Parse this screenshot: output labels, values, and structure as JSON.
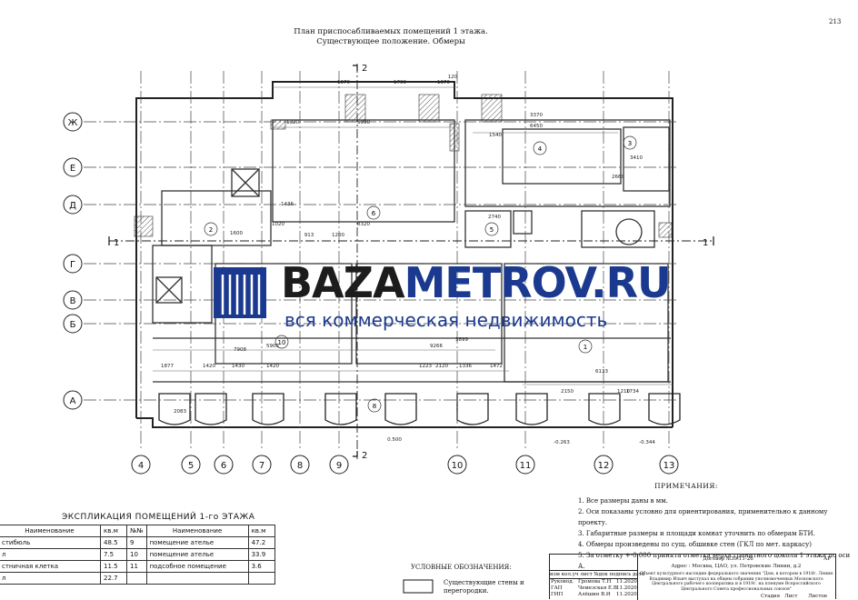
{
  "page_number": "213",
  "title_line1": "План приспосабливаемых помещений 1 этажа.",
  "title_line2": "Существующее положение. Обмеры",
  "watermark": {
    "brand_dark": "BAZA",
    "brand_blue": "METROV.RU",
    "tagline": "вся коммерческая недвижимость",
    "colors": {
      "dark": "#1c1c1c",
      "blue": "#1b3a8f"
    }
  },
  "axes_vertical": [
    "4",
    "5",
    "6",
    "7",
    "8",
    "9",
    "10",
    "11",
    "12",
    "13"
  ],
  "axes_horizontal": [
    "Ж",
    "Е",
    "Д",
    "Г",
    "В",
    "Б",
    "А"
  ],
  "section_marks": {
    "top": "2",
    "bottom": "2",
    "left": "1",
    "right": "1"
  },
  "room_numbers": [
    "1",
    "2",
    "3",
    "4",
    "5",
    "6",
    "8",
    "10"
  ],
  "dimension_labels": [
    "1370",
    "1700",
    "1370",
    "120",
    "1320",
    "5990",
    "6450",
    "1540",
    "3410",
    "3370",
    "2660",
    "2740",
    "1436",
    "8320",
    "1020",
    "913",
    "1200",
    "1600",
    "5905",
    "3899",
    "9266",
    "7908",
    "6133",
    "1877",
    "1420",
    "1430",
    "1420",
    "1223",
    "2120",
    "1336",
    "1472",
    "2150",
    "1210",
    "1734",
    "2083",
    "0.500",
    "-0.263",
    "-0.344"
  ],
  "notes_title": "ПРИМЕЧАНИЯ:",
  "notes": [
    "1. Все размеры даны в мм.",
    "2. Оси показаны условно для ориентирования, применительно к данному проекту.",
    "3. Габаритные размеры и площади комнат уточнить по обмерам БТИ.",
    "4. Обмеры произведены по сущ. обшивке стен (ГКЛ по мет. каркасу)",
    "5. За отметку +-0.000 принята отметка верха гранитного цоколя 1 этажа по оси А."
  ],
  "explication": {
    "title": "ЭКСПЛИКАЦИЯ ПОМЕЩЕНИЙ 1-го ЭТАЖА",
    "headers": [
      "Наименование",
      "кв.м",
      "№№",
      "Наименование",
      "кв.м"
    ],
    "rows": [
      [
        "стибюль",
        "48.5",
        "9",
        "помещение ателье",
        "47.2"
      ],
      [
        "л",
        "7.5",
        "10",
        "помещение ателье",
        "33.9"
      ],
      [
        "стничная клетка",
        "11.5",
        "11",
        "подсобное помещение",
        "3.6"
      ],
      [
        "л",
        "22.7",
        "",
        "",
        ""
      ]
    ]
  },
  "legend": {
    "title": "УСЛОВНЫЕ ОБОЗНАЧЕНИЯ:",
    "item": "Существующие стены и перегородки."
  },
  "stamp": {
    "contract": "Договор №39.11-26",
    "code": "АР",
    "address": "Адрес : Москва, ЦАО, ул. Петровские Линии, д.2",
    "description": "Объект культурного наследия федерального значения \"Дом, в котором в 1918г. Ленин Владимир Ильич выступал на общем собрании уполномоченных Московского Центрального рабочего кооператива и в 1919г. на пленуме Всероссийского Центрального Совета профессиональных союзов\"",
    "cols": [
      "изм",
      "кол.уч",
      "лист",
      "№док",
      "подпись",
      "дата"
    ],
    "people": [
      {
        "role": "Руковод.",
        "name": "Громова Т.Н",
        "date": "11.2020"
      },
      {
        "role": "ГАП",
        "name": "Чемезская Е.В",
        "date": "11.2020"
      },
      {
        "role": "ГИП",
        "name": "Алёшин В.И",
        "date": "11.2020"
      }
    ],
    "footer": [
      "Стадия",
      "Лист",
      "Листов"
    ]
  }
}
